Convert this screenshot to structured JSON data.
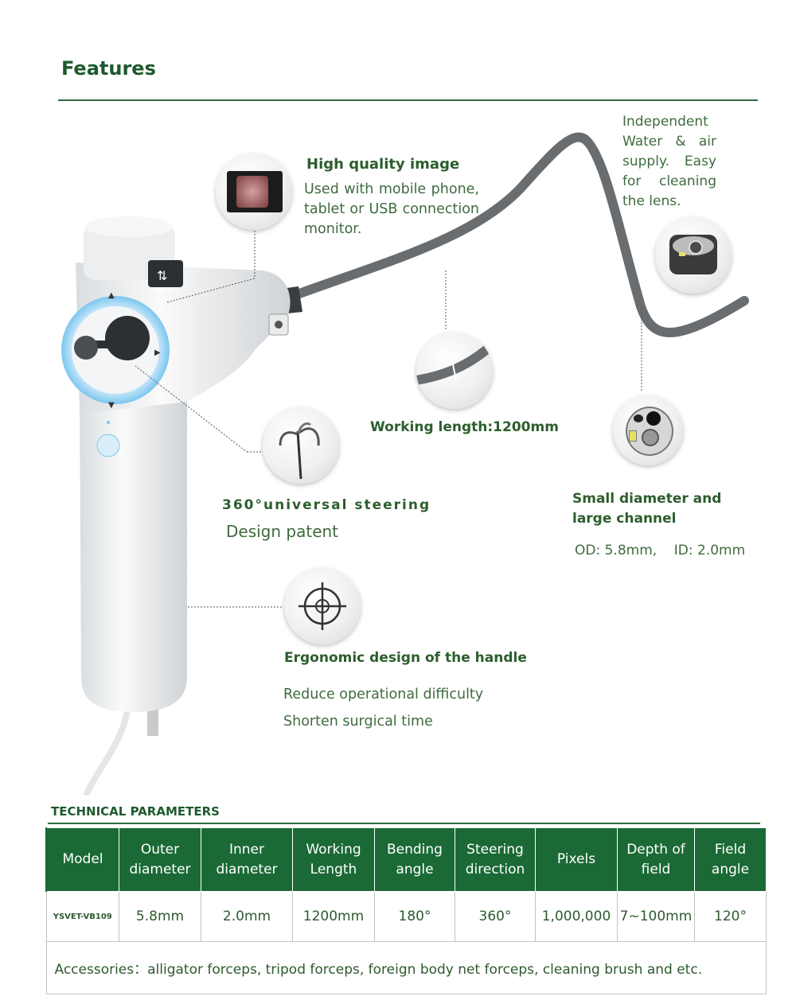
{
  "header": {
    "title": "Features"
  },
  "features": {
    "image": {
      "heading": "High quality image",
      "desc": "Used with mobile phone, tablet or USB connection monitor."
    },
    "water": {
      "desc": "Independent Water & air supply. Easy for cleaning the lens."
    },
    "length": {
      "heading": "Working length:1200mm"
    },
    "steering": {
      "heading": "360°universal steering",
      "sub": "Design patent"
    },
    "channel": {
      "heading": "Small diameter and large channel",
      "sub": "OD: 5.8mm,    ID: 2.0mm"
    },
    "ergonomic": {
      "heading": "Ergonomic design of the handle",
      "line1": "Reduce operational difficulty",
      "line2": "Shorten surgical time"
    }
  },
  "tech": {
    "title": "TECHNICAL PARAMETERS",
    "headers": [
      "Model",
      "Outer diameter",
      "Inner diameter",
      "Working Length",
      "Bending angle",
      "Steering direction",
      "Pixels",
      "Depth of field",
      "Field angle"
    ],
    "row": [
      "YSVET-VB109",
      "5.8mm",
      "2.0mm",
      "1200mm",
      "180°",
      "360°",
      "1,000,000",
      "7~100mm",
      "120°"
    ],
    "accessories": "Accessories：alligator forceps, tripod forceps, foreign body net forceps, cleaning brush and etc."
  },
  "colors": {
    "brand_green": "#1b6a35",
    "text_green": "#2e5a2e"
  },
  "icons": [
    "usb-icon",
    "power-icon",
    "crosshair-icon",
    "steering-tip-icon",
    "lens-tip-icon"
  ]
}
